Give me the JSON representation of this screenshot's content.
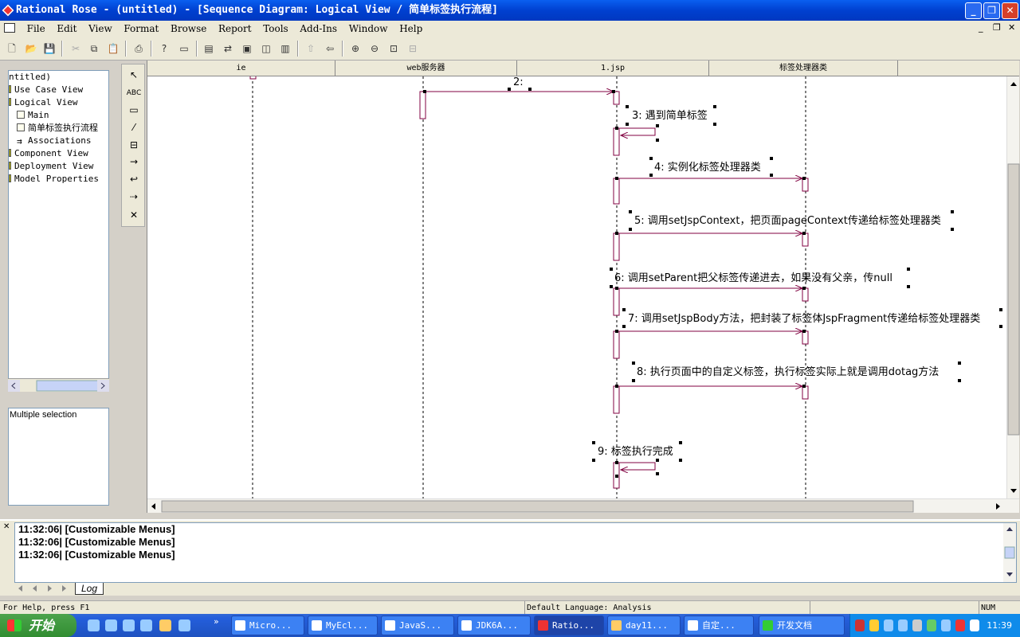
{
  "window": {
    "title": "Rational Rose - (untitled) - [Sequence Diagram: Logical View / 简单标签执行流程]"
  },
  "menu": [
    "File",
    "Edit",
    "View",
    "Format",
    "Browse",
    "Report",
    "Tools",
    "Add-Ins",
    "Window",
    "Help"
  ],
  "browser": {
    "items": [
      {
        "label": "ntitled)",
        "indent": 0
      },
      {
        "label": "Use Case View",
        "indent": 1
      },
      {
        "label": "Logical View",
        "indent": 1
      },
      {
        "label": "Main",
        "indent": 2
      },
      {
        "label": "简单标签执行流程",
        "indent": 2
      },
      {
        "label": "Associations",
        "indent": 2
      },
      {
        "label": "Component View",
        "indent": 1
      },
      {
        "label": "Deployment View",
        "indent": 1
      },
      {
        "label": "Model Properties",
        "indent": 1
      }
    ]
  },
  "doc_panel": {
    "text": "Multiple selection"
  },
  "diagram": {
    "lifelines": [
      "ie",
      "web服务器",
      "1.jsp",
      "标签处理器类"
    ],
    "messages": [
      {
        "label": "2:"
      },
      {
        "label": "3: 遇到简单标签"
      },
      {
        "label": "4: 实例化标签处理器类"
      },
      {
        "label": "5: 调用setJspContext，把页面pageContext传递给标签处理器类"
      },
      {
        "label": "6: 调用setParent把父标签传递进去，如果没有父亲，传null"
      },
      {
        "label": "7: 调用setJspBody方法，把封装了标签体JspFragment传递给标签处理器类"
      },
      {
        "label": "8: 执行页面中的自定义标签，执行标签实际上就是调用dotag方法"
      },
      {
        "label": "9: 标签执行完成"
      }
    ]
  },
  "log": {
    "lines": [
      "11:32:06|  [Customizable Menus]",
      "11:32:06|  [Customizable Menus]",
      "11:32:06|  [Customizable Menus]"
    ],
    "tab": "Log"
  },
  "status": {
    "help": "For Help, press F1",
    "language": "Default Language: Analysis",
    "num": "NUM"
  },
  "taskbar": {
    "start": "开始",
    "tasks": [
      "Micro...",
      "MyEcl...",
      "JavaS...",
      "JDK6A...",
      "Ratio...",
      "day11...",
      "自定...",
      "开发文档"
    ],
    "clock": "11:39"
  }
}
